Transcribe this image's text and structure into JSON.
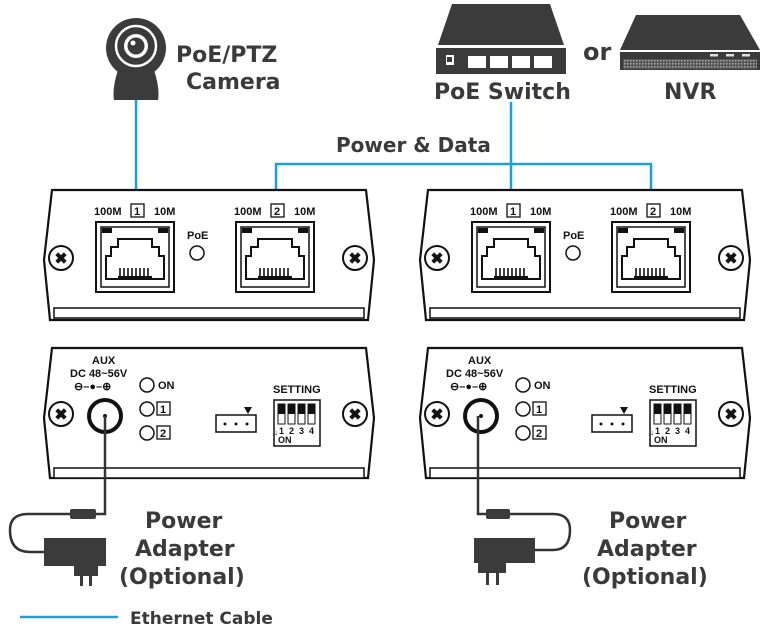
{
  "devices": {
    "camera": {
      "label_line1": "PoE/PTZ",
      "label_line2": "Camera",
      "icon": "camera-icon"
    },
    "switch": {
      "label": "PoE Switch",
      "icon": "poe-switch-icon"
    },
    "or_text": "or",
    "nvr": {
      "label": "NVR",
      "icon": "nvr-icon"
    }
  },
  "link_label": "Power & Data",
  "front_panel": {
    "port1": {
      "speed_left": "100M",
      "number": "1",
      "speed_right": "10M"
    },
    "port2": {
      "speed_left": "100M",
      "number": "2",
      "speed_right": "10M"
    },
    "poe_led": "PoE"
  },
  "rear_panel": {
    "aux": "AUX",
    "dc_rating": "DC 48~56V",
    "polarity": "⊖–●–⊕",
    "leds": [
      {
        "label": "ON",
        "boxed": false
      },
      {
        "label": "1",
        "boxed": true
      },
      {
        "label": "2",
        "boxed": true
      }
    ],
    "setting_label": "SETTING",
    "dip_numbers": [
      "1",
      "2",
      "3",
      "4"
    ],
    "dip_on": "ON",
    "dip_arrow": "↓"
  },
  "power_adapter": {
    "line1": "Power",
    "line2": "Adapter",
    "line3": "(Optional)"
  },
  "legend": {
    "label": "Ethernet Cable",
    "color": "#1aa0d8"
  },
  "colors": {
    "cable": "#1aa0d8",
    "device": "#3b3b3b"
  }
}
